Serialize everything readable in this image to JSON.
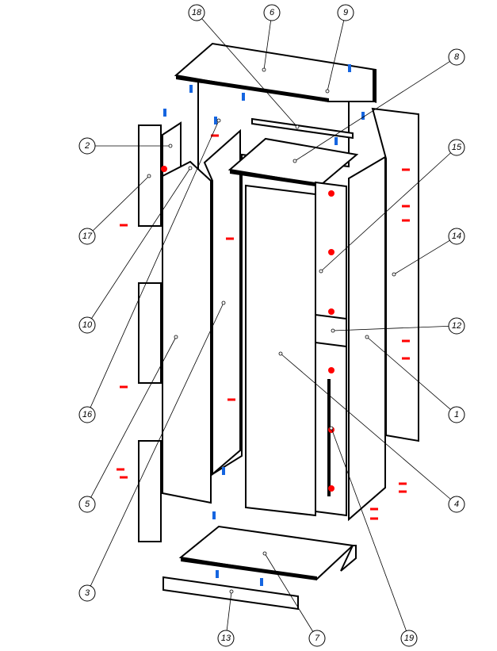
{
  "diagram": {
    "title": "Wardrobe exploded assembly diagram",
    "callouts": [
      "18",
      "6",
      "9",
      "8",
      "2",
      "15",
      "17",
      "14",
      "10",
      "12",
      "16",
      "1",
      "5",
      "4",
      "3",
      "13",
      "7",
      "19"
    ],
    "colors": {
      "connector": "#ff0000",
      "dowel": "#1565e0",
      "line": "#000000"
    }
  }
}
